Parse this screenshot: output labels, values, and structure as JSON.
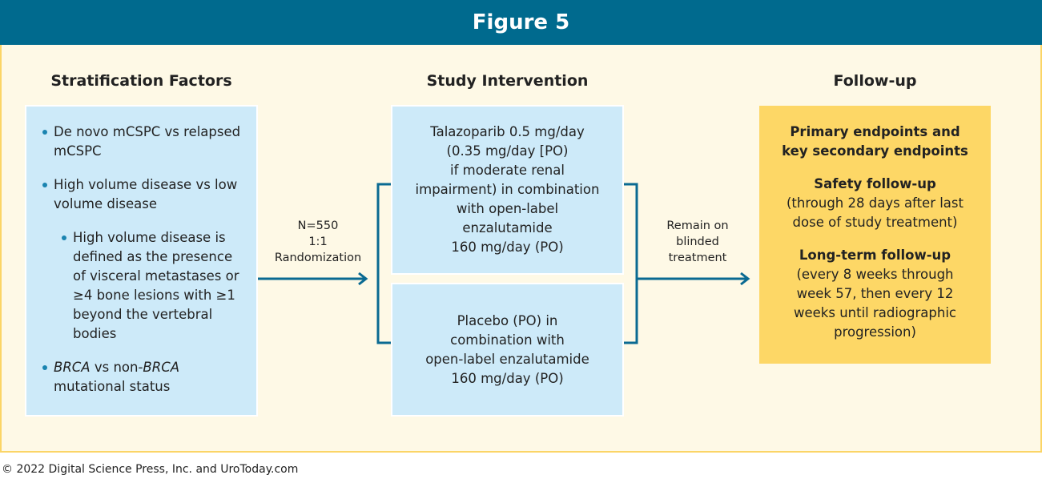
{
  "header": {
    "title": "Figure 5"
  },
  "columns": {
    "stratification_title": "Stratification Factors",
    "intervention_title": "Study Intervention",
    "followup_title": "Follow-up"
  },
  "stratification": {
    "item1": "De novo mCSPC vs relapsed mCSPC",
    "item2": "High volume disease vs low volume disease",
    "subitem": "High volume disease is defined as the presence of visceral metastases or ≥4 bone lesions with ≥1 beyond the vertebral bodies",
    "item3_prefix": "BRCA",
    "item3_mid": " vs non-",
    "item3_brca": "BRCA",
    "item3_suffix": " mutational status"
  },
  "randomization": {
    "line1": "N=550",
    "line2": "1:1",
    "line3": "Randomization"
  },
  "arms": {
    "arm1": [
      "Talazoparib 0.5 mg/day",
      "(0.35 mg/day [PO)",
      "if moderate renal",
      "impairment) in combination",
      "with open-label",
      "enzalutamide",
      "160 mg/day (PO)"
    ],
    "arm2": [
      "Placebo (PO) in",
      "combination with",
      "open-label enzalutamide",
      "160 mg/day (PO)"
    ]
  },
  "blinded": {
    "line1": "Remain on",
    "line2": "blinded",
    "line3": "treatment"
  },
  "followup": {
    "primary": "Primary endpoints and key secondary endpoints",
    "safety_title": "Safety follow-up",
    "safety_text": "(through 28 days after last dose of study treatment)",
    "longterm_title": "Long-term follow-up",
    "longterm_text": "(every 8 weeks through week 57, then every 12 weeks until radiographic progression)"
  },
  "footer": {
    "copyright": "© 2022 Digital Science Press, Inc. and UroToday.com"
  },
  "colors": {
    "header_bg": "#006a8e",
    "panel_bg": "#fef9e6",
    "panel_border": "#fbd566",
    "box_blue": "#cdeaf9",
    "box_gold": "#fdd766",
    "connector": "#0a6a92"
  }
}
